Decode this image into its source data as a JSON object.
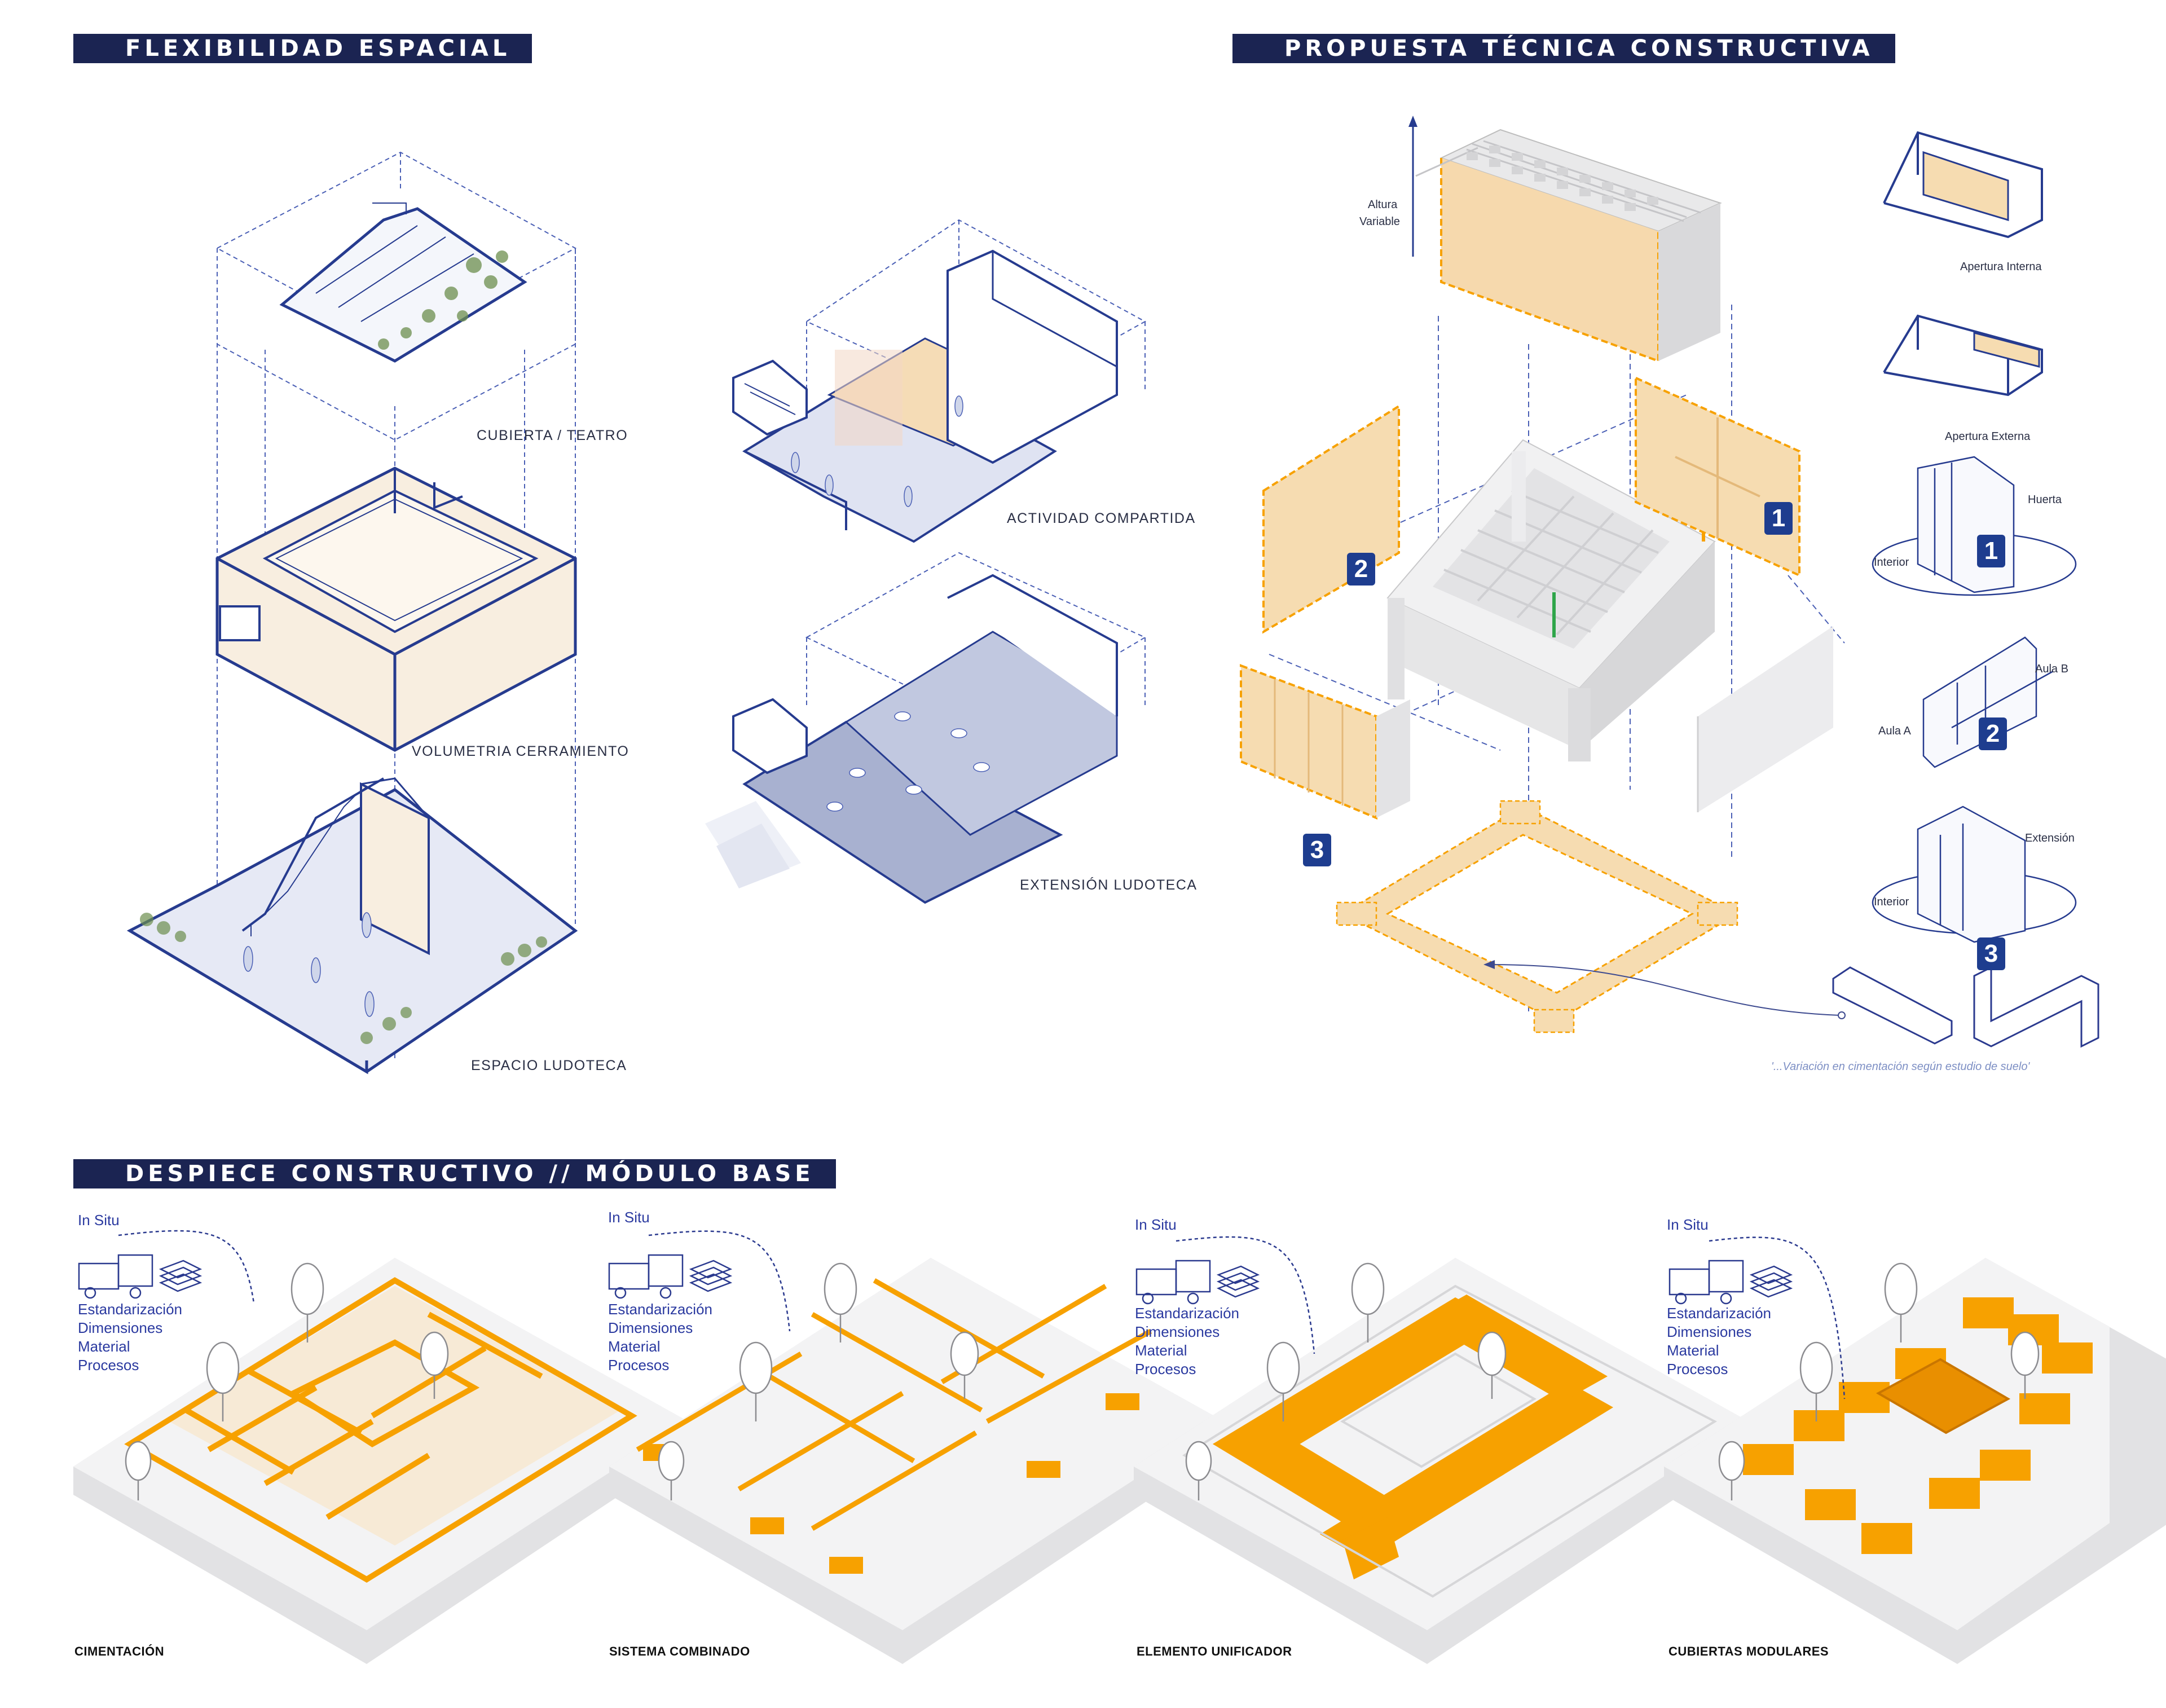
{
  "headers": {
    "flexibilidad": "FLEXIBILIDAD ESPACIAL",
    "propuesta": "PROPUESTA TÉCNICA CONSTRUCTIVA",
    "despiece": "DESPIECE CONSTRUCTIVO // MÓDULO BASE"
  },
  "flexibilidad": {
    "cubierta": "CUBIERTA / TEATRO",
    "volumetria": "VOLUMETRIA CERRAMIENTO",
    "espacio": "ESPACIO LUDOTECA",
    "actividad": "ACTIVIDAD COMPARTIDA",
    "extension": "EXTENSIÓN LUDOTECA"
  },
  "propuesta": {
    "altura_line1": "Altura",
    "altura_line2": "Variable",
    "apertura_interna": "Apertura Interna",
    "apertura_externa": "Apertura Externa",
    "huerta": "Huerta",
    "interior_1": "Interior",
    "aula_b": "Aula B",
    "aula_a": "Aula A",
    "extension": "Extensión",
    "interior_3": "Interior",
    "badge_1": "1",
    "badge_2": "2",
    "badge_3": "3",
    "nota": "'...Variación en cimentación según estudio de suelo'"
  },
  "despiece": {
    "in_situ": "In Situ",
    "lines": [
      "Estandarización",
      "Dimensiones",
      "Material",
      "Procesos"
    ],
    "captions": [
      "CIMENTACIÓN",
      "SISTEMA COMBINADO",
      "ELEMENTO UNIFICADOR",
      "CUBIERTAS MODULARES"
    ]
  },
  "colors": {
    "navy": "#1b2452",
    "blue_line": "#2b3a8f",
    "orange": "#f7a100",
    "cream": "#f7e6cc",
    "badge": "#1e3d8f"
  }
}
